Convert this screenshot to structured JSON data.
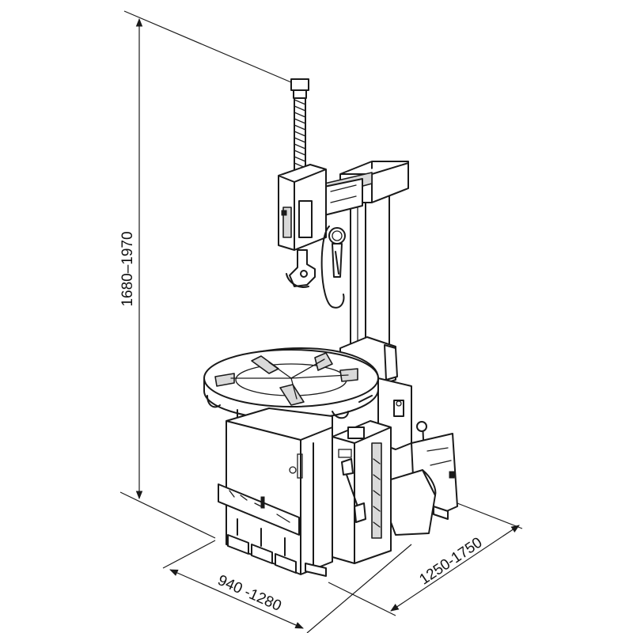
{
  "diagram": {
    "dimensions": {
      "height": "1680–1970",
      "width": "940 -1280",
      "depth": "1250-1750"
    }
  }
}
